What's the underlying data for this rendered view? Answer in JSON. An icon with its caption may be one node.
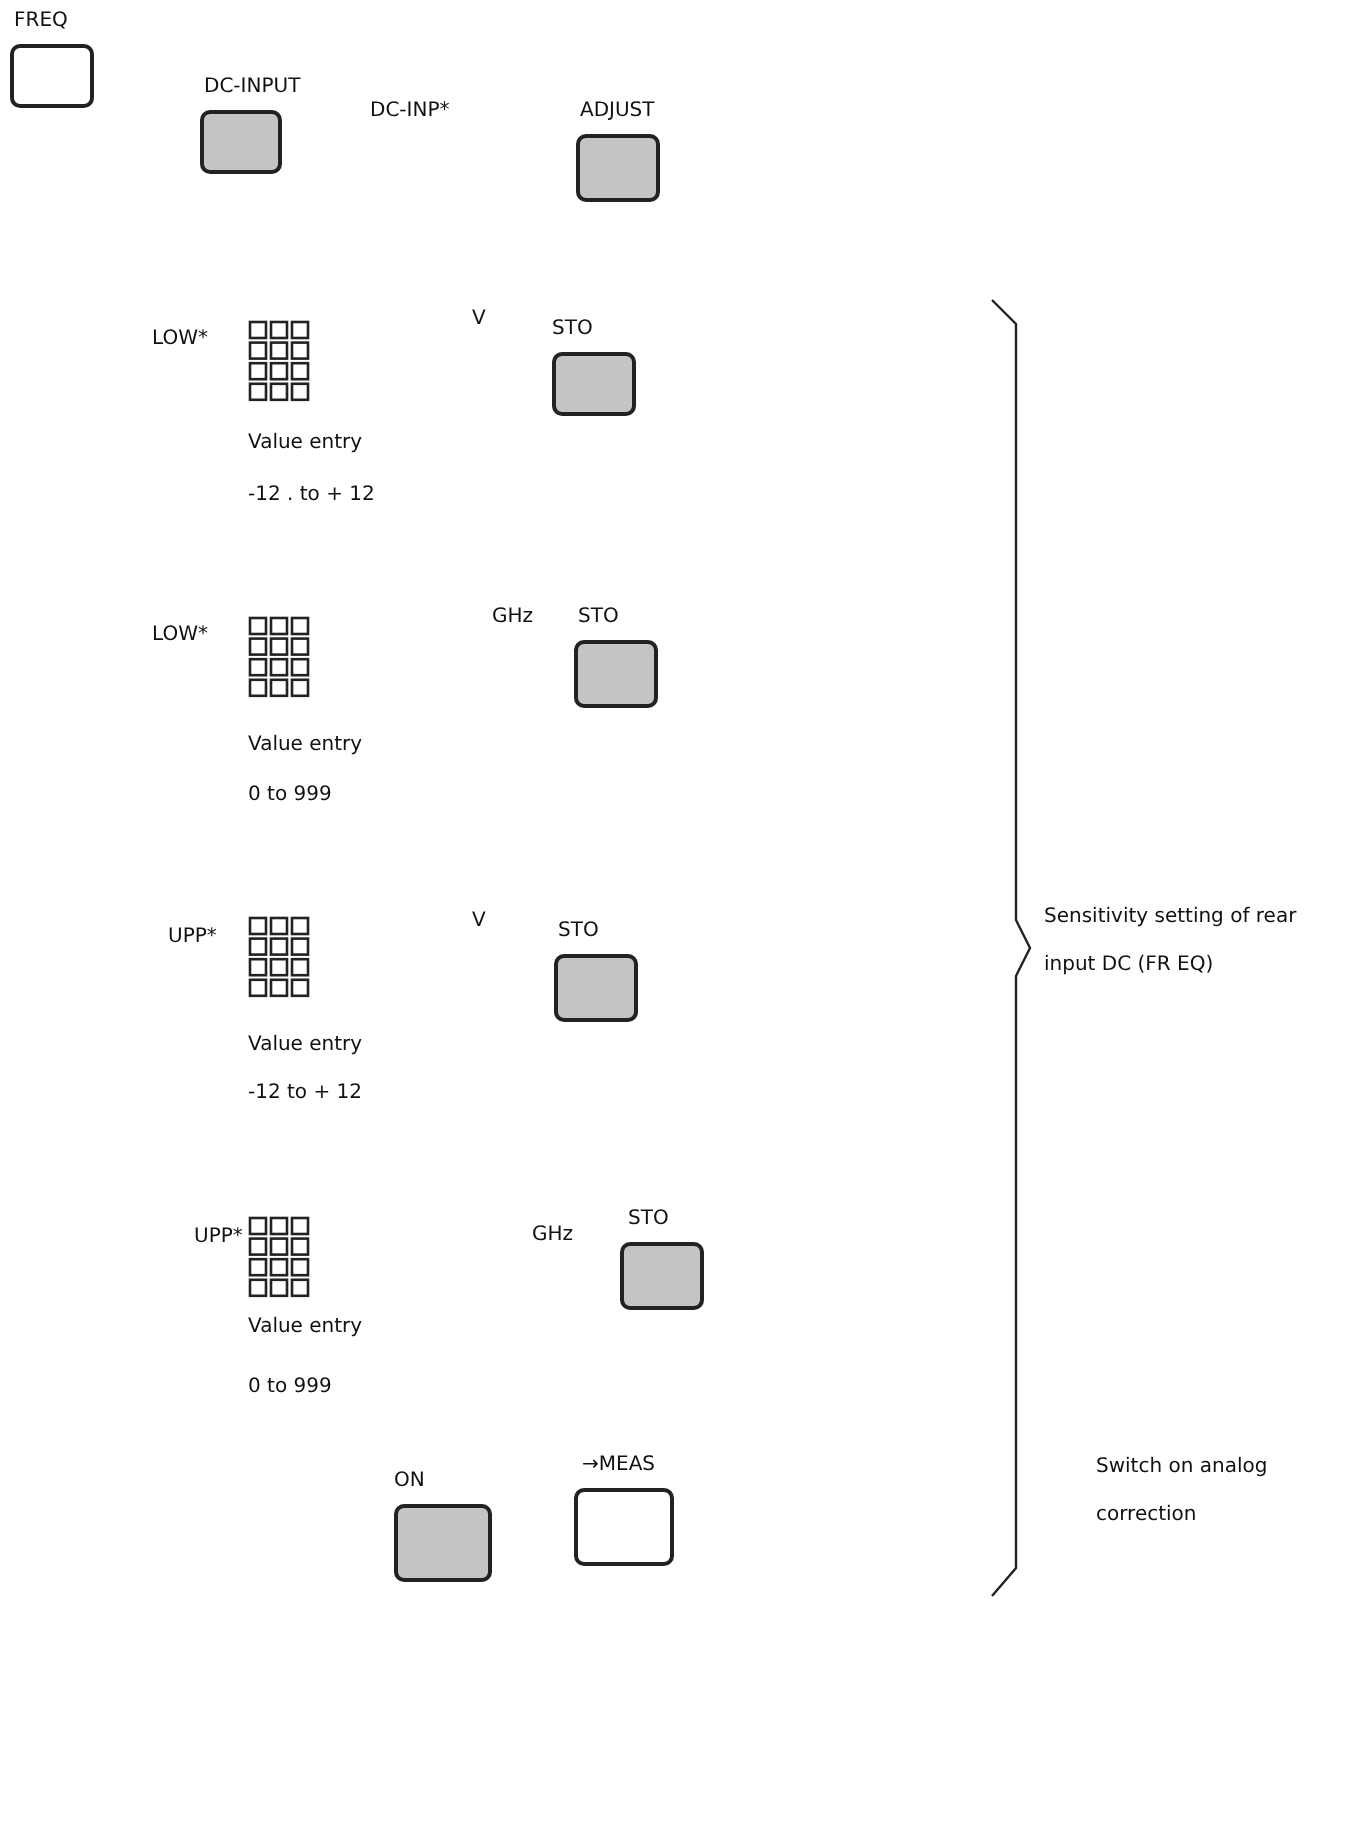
{
  "diagram": {
    "nodes": [
      {
        "text": [
          "FREQ"
        ]
      },
      {
        "text": [
          "DC-INPUT"
        ]
      },
      {
        "text": [
          "ADJUST"
        ]
      },
      {
        "text": [
          "STO"
        ]
      },
      {
        "text": [
          "STO"
        ]
      },
      {
        "text": [
          "STO"
        ]
      },
      {
        "text": [
          "STO"
        ]
      },
      {
        "text": [
          "ON"
        ]
      },
      {
        "text": [
          "→MEAS"
        ]
      }
    ],
    "labels": [
      "DC-INP*",
      "LOW*",
      "V",
      "Value entry",
      "-12 . to + 12",
      "LOW*",
      "GHz",
      "Value entry",
      "0 to 999",
      "UPP*",
      "V",
      "Value entry",
      "-12 to + 12",
      "UPP*",
      "GHz",
      "Value entry",
      "0 to 999",
      "Sensitivity setting of rear input DC (FR EQ)",
      "Switch on analog correction"
    ]
  }
}
